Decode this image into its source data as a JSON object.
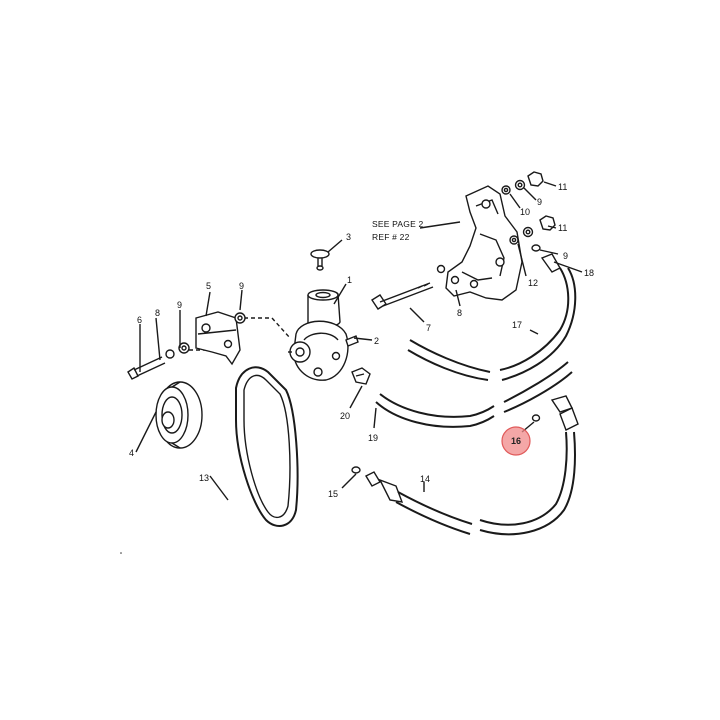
{
  "note": {
    "line1": "SEE PAGE 2",
    "line2": "REF # 22"
  },
  "callouts": {
    "c1": "1",
    "c2": "2",
    "c3": "3",
    "c4": "4",
    "c5": "5",
    "c6": "6",
    "c7": "7",
    "c8a": "8",
    "c8b": "8",
    "c9a": "9",
    "c9b": "9",
    "c9c": "9",
    "c9d": "9",
    "c10": "10",
    "c11a": "11",
    "c11b": "11",
    "c12": "12",
    "c13": "13",
    "c14": "14",
    "c15": "15",
    "c16": "16",
    "c17": "17",
    "c18": "18",
    "c19": "19",
    "c20": "20"
  },
  "highlight": {
    "part": "16",
    "color": "#f08a8a"
  }
}
